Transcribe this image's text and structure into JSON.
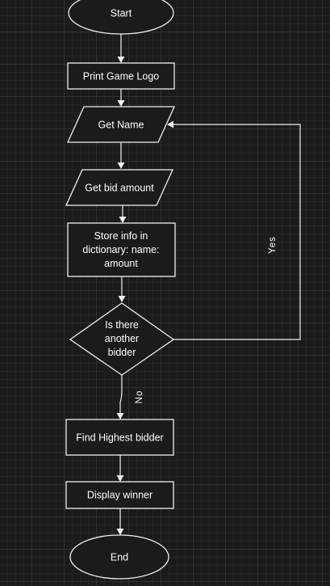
{
  "nodes": {
    "start": "Start",
    "print_logo": "Print Game Logo",
    "get_name": "Get Name",
    "get_bid": "Get bid amount",
    "store_info": [
      "Store info in",
      "dictionary: name:",
      "amount"
    ],
    "decision": [
      "Is there",
      "another",
      "bidder"
    ],
    "find_highest": "Find Highest bidder",
    "display_winner": "Display winner",
    "end": "End"
  },
  "edges": {
    "yes_label": "Yes",
    "no_label": "No"
  },
  "colors": {
    "background": "#1b1b1b",
    "stroke": "#f0f0f0",
    "text": "#ffffff"
  }
}
